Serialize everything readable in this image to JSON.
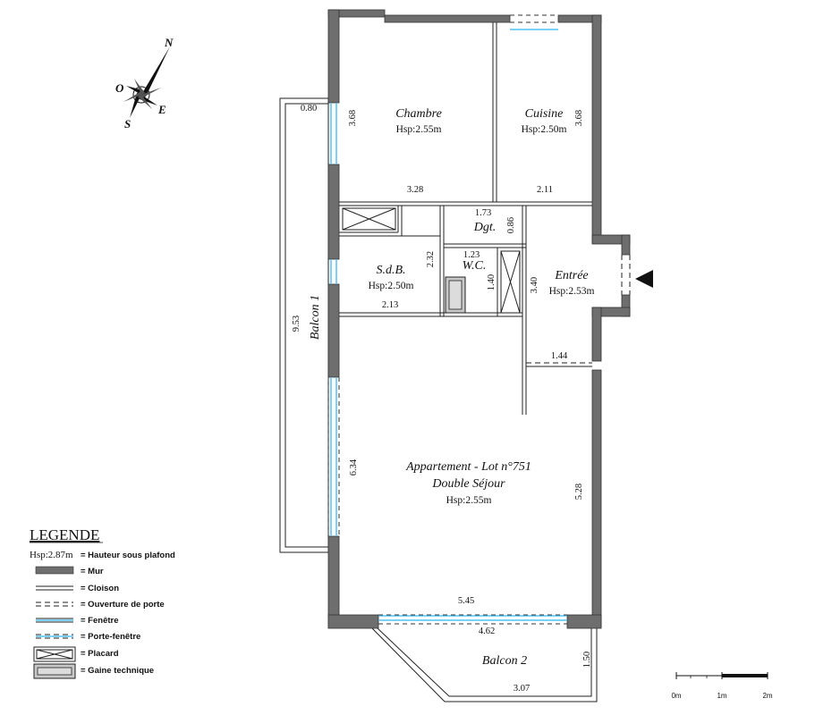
{
  "rooms": {
    "chambre": {
      "name": "Chambre",
      "hsp": "Hsp:2.55m"
    },
    "cuisine": {
      "name": "Cuisine",
      "hsp": "Hsp:2.50m"
    },
    "dgt": {
      "name": "Dgt."
    },
    "sdb": {
      "name": "S.d.B.",
      "hsp": "Hsp:2.50m"
    },
    "wc": {
      "name": "W.C."
    },
    "entree": {
      "name": "Entrée",
      "hsp": "Hsp:2.53m"
    },
    "sejour": {
      "title": "Appartement - Lot n°751",
      "name": "Double Séjour",
      "hsp": "Hsp:2.55m"
    },
    "balcon1": {
      "name": "Balcon 1"
    },
    "balcon2": {
      "name": "Balcon 2"
    }
  },
  "dimensions": {
    "d_080": "0.80",
    "d_368a": "3.68",
    "d_328": "3.28",
    "d_368b": "3.68",
    "d_211": "2.11",
    "d_173": "1.73",
    "d_086": "0.86",
    "d_123": "1.23",
    "d_232": "2.32",
    "d_140": "1.40",
    "d_340": "3.40",
    "d_213": "2.13",
    "d_953": "9.53",
    "d_144": "1.44",
    "d_634": "6.34",
    "d_528": "5.28",
    "d_545": "5.45",
    "d_462": "4.62",
    "d_150": "1.50",
    "d_307": "3.07"
  },
  "compass": {
    "n": "N",
    "o": "O",
    "e": "E",
    "s": "S"
  },
  "legend": {
    "title": "LEGENDE",
    "sample_hsp": "Hsp:2.87m",
    "items": {
      "hsp": "= Hauteur sous plafond",
      "mur": "= Mur",
      "cloison": "= Cloison",
      "porte": "= Ouverture de porte",
      "fenetre": "= Fenêtre",
      "porte_fenetre": "= Porte-fenêtre",
      "placard": "= Placard",
      "gaine": "= Gaine technique"
    }
  },
  "scale": {
    "s0": "0m",
    "s1": "1m",
    "s2": "2m"
  },
  "colors": {
    "wall": "#6e6e6e",
    "window": "#4fc3f7",
    "ink": "#111111"
  }
}
